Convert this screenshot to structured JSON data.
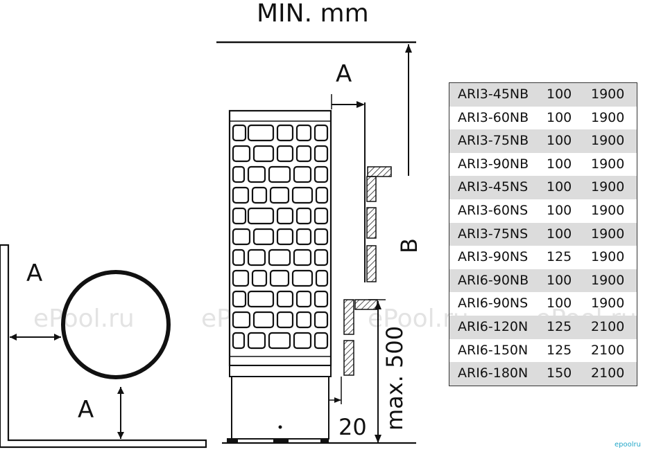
{
  "diagram": {
    "title": "MIN. mm",
    "labels": {
      "a_side": "A",
      "a_bottom": "A",
      "a_top": "A",
      "b_height": "B",
      "max_height": "max. 500",
      "gap": "20"
    },
    "watermarks": [
      "ePool.ru",
      "ePool.ru",
      "ePool.ru",
      "ePool.ru"
    ],
    "corner_logo": "epoolru"
  },
  "table": {
    "rows": [
      {
        "model": "ARI3-45NB",
        "a": "100",
        "b": "1900"
      },
      {
        "model": "ARI3-60NB",
        "a": "100",
        "b": "1900"
      },
      {
        "model": "ARI3-75NB",
        "a": "100",
        "b": "1900"
      },
      {
        "model": "ARI3-90NB",
        "a": "100",
        "b": "1900"
      },
      {
        "model": "ARI3-45NS",
        "a": "100",
        "b": "1900"
      },
      {
        "model": "ARI3-60NS",
        "a": "100",
        "b": "1900"
      },
      {
        "model": "ARI3-75NS",
        "a": "100",
        "b": "1900"
      },
      {
        "model": "ARI3-90NS",
        "a": "125",
        "b": "1900"
      },
      {
        "model": "ARI6-90NB",
        "a": "100",
        "b": "1900"
      },
      {
        "model": "ARI6-90NS",
        "a": "100",
        "b": "1900"
      },
      {
        "model": "ARI6-120N",
        "a": "125",
        "b": "2100"
      },
      {
        "model": "ARI6-150N",
        "a": "125",
        "b": "2100"
      },
      {
        "model": "ARI6-180N",
        "a": "150",
        "b": "2100"
      }
    ]
  }
}
